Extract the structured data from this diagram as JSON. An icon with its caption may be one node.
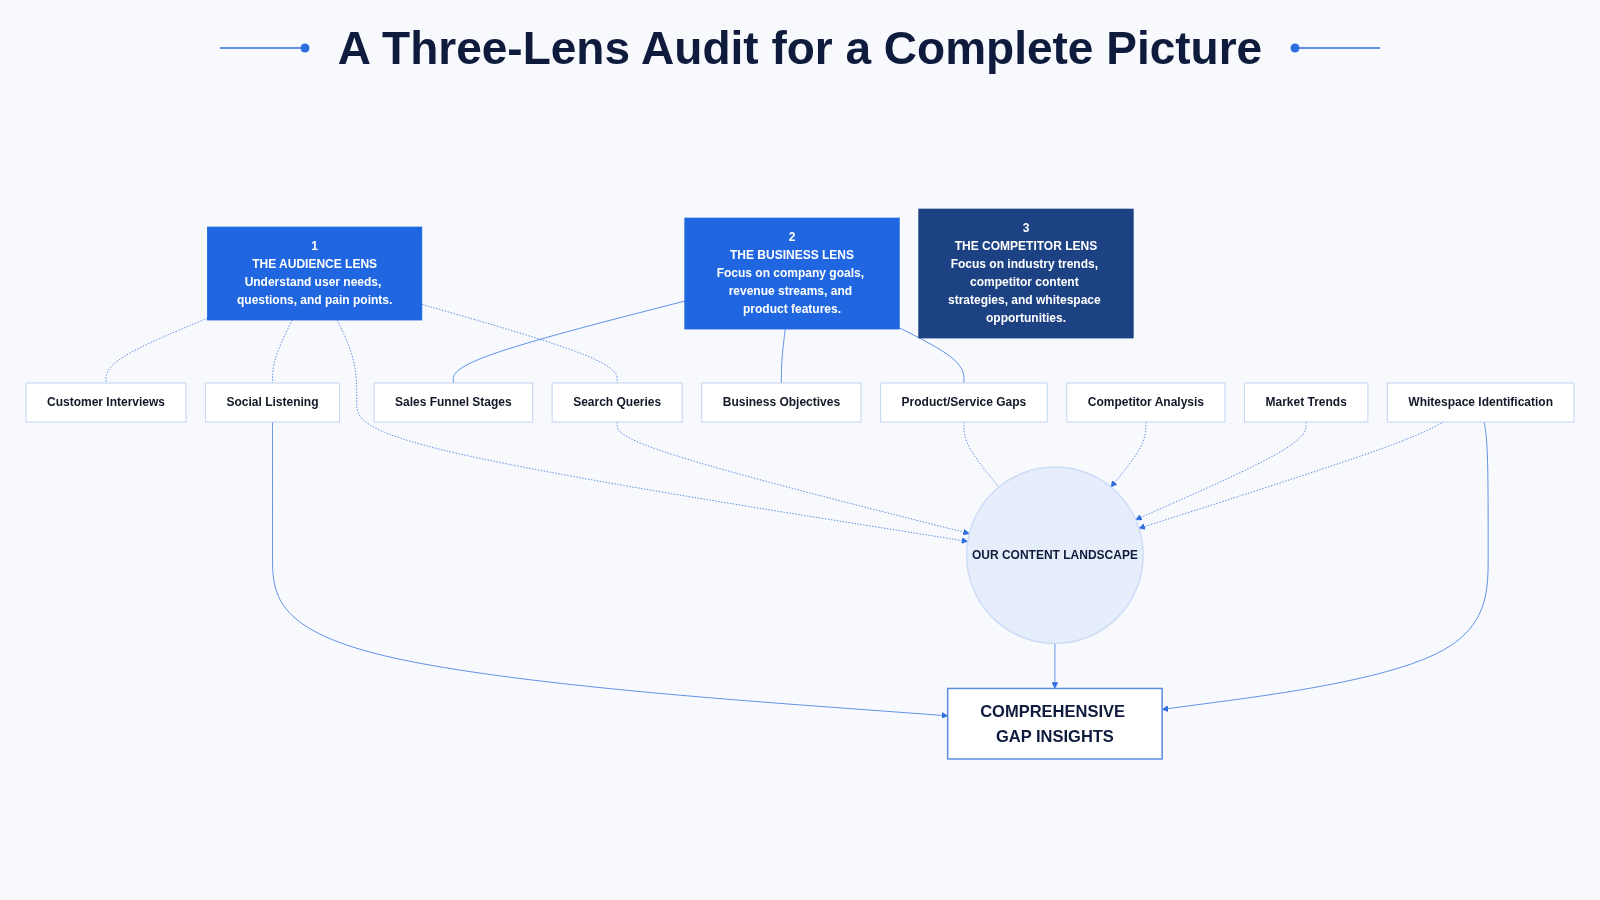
{
  "diagram": {
    "title": "A Three-Lens Audit for a Complete Picture",
    "nodes": [
      {
        "text": [
          "1",
          "THE AUDIENCE LENS",
          "Understand user needs, questions, and pain points."
        ]
      },
      {
        "text": [
          "Customer Interviews"
        ]
      },
      {
        "text": [
          "Search Queries"
        ]
      },
      {
        "text": [
          "Social Listening"
        ]
      },
      {
        "text": [
          "2",
          "THE BUSINESS LENS",
          "Focus on company goals, revenue streams, and product features."
        ]
      },
      {
        "text": [
          "Sales Funnel Stages"
        ]
      },
      {
        "text": [
          "Product/Service Gaps"
        ]
      },
      {
        "text": [
          "Business Objectives"
        ]
      },
      {
        "text": [
          "3",
          "THE COMPETITOR LENS",
          "Focus on industry trends, competitor content strategies, and whitespace opportunities."
        ]
      },
      {
        "text": [
          "Competitor Analysis"
        ]
      },
      {
        "text": [
          "Market Trends"
        ]
      },
      {
        "text": [
          "Whitespace Identification"
        ]
      },
      {
        "text": [
          "OUR CONTENT LANDSCAPE"
        ]
      },
      {
        "text": [
          "COMPREHENSIVE GAP INSIGHTS"
        ]
      }
    ],
    "edges": [
      {
        "from": 0,
        "to": 1,
        "arrow": "none",
        "style": "dashed"
      },
      {
        "from": 0,
        "to": 2,
        "arrow": "none",
        "style": "dashed"
      },
      {
        "from": 0,
        "to": 3,
        "arrow": "none",
        "style": "dashed"
      },
      {
        "from": 0,
        "to": 12,
        "arrow": "to",
        "style": "dashed"
      },
      {
        "from": 2,
        "to": 12,
        "arrow": "to",
        "style": "dashed"
      },
      {
        "from": 4,
        "to": 5,
        "arrow": "none"
      },
      {
        "from": 4,
        "to": 6,
        "arrow": "none"
      },
      {
        "from": 4,
        "to": 7,
        "arrow": "none"
      },
      {
        "from": 6,
        "to": 12,
        "arrow": "none",
        "style": "dashed"
      },
      {
        "from": 9,
        "to": 12,
        "arrow": "to",
        "style": "dashed"
      },
      {
        "from": 10,
        "to": 12,
        "arrow": "to",
        "style": "dashed"
      },
      {
        "from": 11,
        "to": 12,
        "arrow": "to",
        "style": "dashed"
      },
      {
        "from": 3,
        "to": 13,
        "arrow": "to"
      },
      {
        "from": 12,
        "to": 13,
        "arrow": "to"
      },
      {
        "from": 11,
        "to": 13,
        "arrow": "to"
      }
    ]
  }
}
